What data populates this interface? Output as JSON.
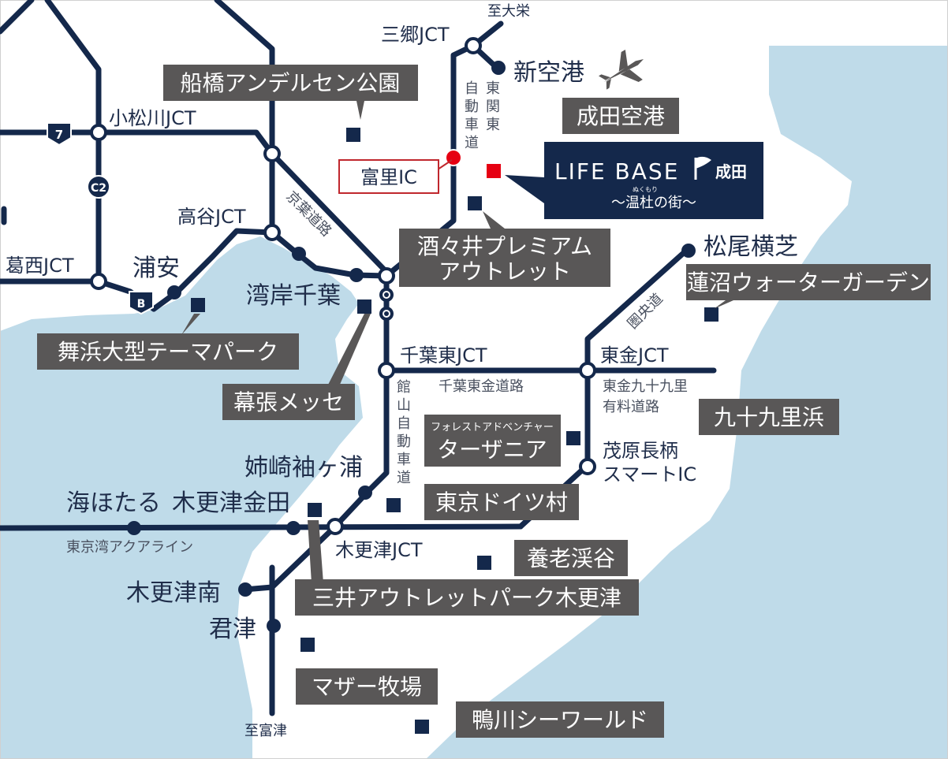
{
  "colors": {
    "sea": "#bfdbe9",
    "land": "#ffffff",
    "road": "#14284b",
    "label_box": "#595757",
    "highlight": "#e60012",
    "lifebase_bg": "#14284b"
  },
  "directions": {
    "to_daiei": "至大栄",
    "to_futtsu": "至富津"
  },
  "jct": {
    "misato": "三郷JCT",
    "komatsugawa": "小松川JCT",
    "takaya": "高谷JCT",
    "kasai": "葛西JCT",
    "chiba_higashi": "千葉東JCT",
    "togane": "東金JCT",
    "kisarazu": "木更津JCT"
  },
  "places": {
    "shinkuko": "新空港",
    "urayasu": "浦安",
    "wangan_chiba": "湾岸千葉",
    "matsuo_yokoshiba": "松尾横芝",
    "anegasaki": "姉崎袖ヶ浦",
    "umihotaru": "海ほたる",
    "kisarazu_kaneda": "木更津金田",
    "kisarazu_minami": "木更津南",
    "kimitsu": "君津",
    "mobara_1": "茂原長柄",
    "mobara_2": "スマートIC"
  },
  "roads": {
    "higashi_kanto": [
      "東",
      "関",
      "東",
      "自",
      "動",
      "車",
      "道"
    ],
    "keiyo": "京葉道路",
    "tateyama": [
      "館",
      "山",
      "自",
      "動",
      "車",
      "道"
    ],
    "chiba_togane": "千葉東金道路",
    "togane_kujukuri_1": "東金九十九里",
    "togane_kujukuri_2": "有料道路",
    "kenodo": "圏央道",
    "aqualine": "東京湾アクアライン"
  },
  "shields": {
    "route7": "7",
    "c2": "C2",
    "b": "B"
  },
  "spots": {
    "funabashi": "船橋アンデルセン公園",
    "narita_airport": "成田空港",
    "shisui_1": "酒々井プレミアム",
    "shisui_2": "アウトレット",
    "hasunuma": "蓮沼ウォーターガーデン",
    "maihama": "舞浜大型テーマパーク",
    "makuhari": "幕張メッセ",
    "kujukurihama": "九十九里浜",
    "tarzania_small": "フォレストアドベンチャー",
    "tarzania": "ターザニア",
    "german_village": "東京ドイツ村",
    "yoro": "養老渓谷",
    "mitsui": "三井アウトレットパーク木更津",
    "mother_farm": "マザー牧場",
    "kamogawa": "鴨川シーワールド"
  },
  "tomisato_ic": "富里IC",
  "lifebase": {
    "name": "LIFE BASE",
    "city": "成田",
    "sub": "～温杜の街～",
    "ruby": "ぬくもり"
  }
}
